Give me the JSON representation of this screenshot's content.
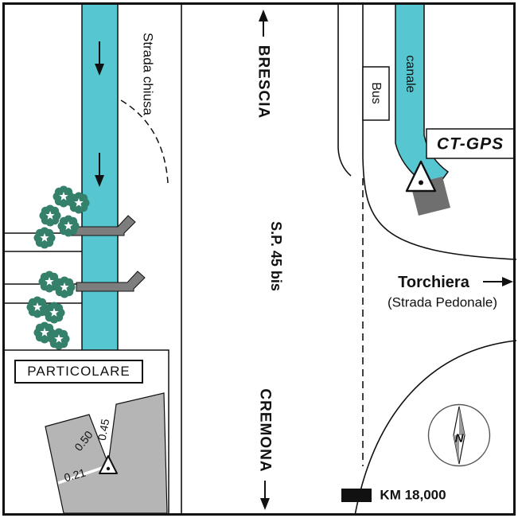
{
  "colors": {
    "canal": "#56c6d0",
    "tree": "#35806b",
    "wall_gray": "#7d7d7d",
    "detail_gray": "#b5b5b5",
    "marker_gray": "#6f6f6f"
  },
  "roads": {
    "north_label": "BRESCIA",
    "road_name": "S.P. 45 bis",
    "south_label": "CREMONA",
    "closed_road": "Strada chiusa",
    "side_road": "Torchiera",
    "side_road_note": "(Strada Pedonale)"
  },
  "features": {
    "canal_label": "canale",
    "bus_stop": "Bus",
    "station": "CT-GPS",
    "compass_north": "N",
    "km_marker": "KM 18,000"
  },
  "detail": {
    "title": "PARTICOLARE",
    "d45": "0.45",
    "d50": "0.50",
    "d21": "0.21"
  }
}
